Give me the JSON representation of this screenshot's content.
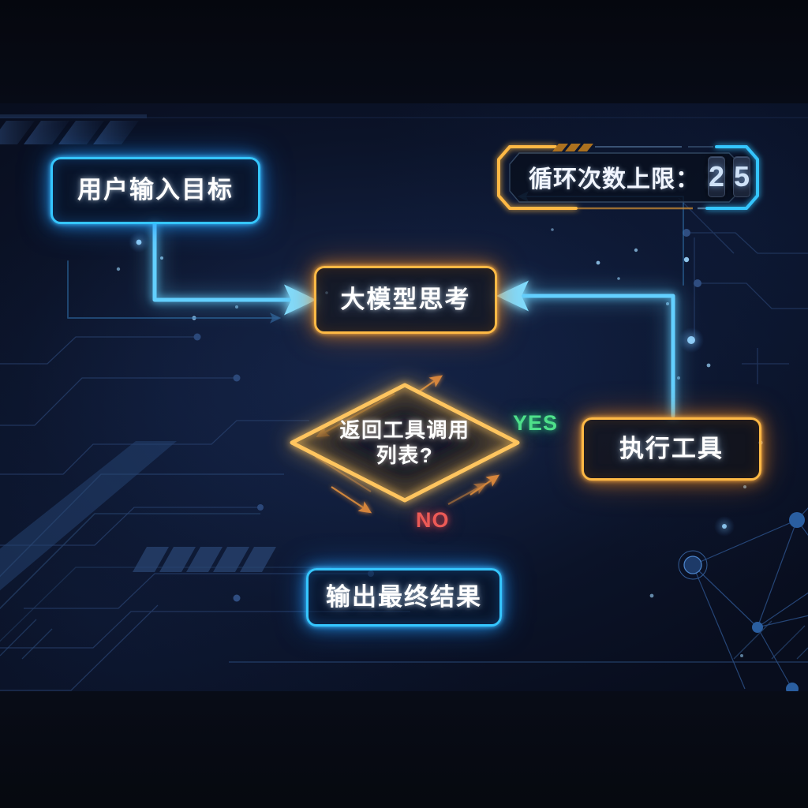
{
  "hud": {
    "counter_label": "循环次数上限：",
    "counter_digits": [
      "2",
      "5"
    ],
    "frame_left_color": "#ffb945",
    "frame_right_color": "#35c6ff"
  },
  "flow": {
    "nodes": [
      {
        "id": "input",
        "label": "用户输入目标",
        "shape": "rounded-rect",
        "accent": "#35c6ff"
      },
      {
        "id": "think",
        "label": "大模型思考",
        "shape": "rounded-rect",
        "accent": "#ffb945"
      },
      {
        "id": "decision",
        "label_line1": "返回工具调用",
        "label_line2": "列表?",
        "shape": "diamond",
        "accent": "#ffb945"
      },
      {
        "id": "tool",
        "label": "执行工具",
        "shape": "rounded-rect",
        "accent": "#ffb945"
      },
      {
        "id": "output",
        "label": "输出最终结果",
        "shape": "rounded-rect",
        "accent": "#35c6ff"
      }
    ],
    "edges": [
      {
        "from": "input",
        "to": "think",
        "label": "",
        "color": "#4fc3ff"
      },
      {
        "from": "think",
        "to": "decision",
        "label": "",
        "color": "#4fc3ff"
      },
      {
        "from": "decision",
        "to": "tool",
        "label": "YES",
        "color": "#4fc3ff",
        "label_color": "#4ee08a"
      },
      {
        "from": "decision",
        "to": "output",
        "label": "NO",
        "color": "#4fc3ff",
        "label_color": "#ec5a56"
      },
      {
        "from": "tool",
        "to": "think",
        "label": "",
        "color": "#4fc3ff"
      }
    ]
  },
  "theme": {
    "background": "#070a15",
    "panel_background": "#101c39",
    "cyan": "#35c6ff",
    "amber": "#ffb945",
    "green": "#4ee08a",
    "red": "#ec5a56",
    "text": "#ffffff"
  }
}
